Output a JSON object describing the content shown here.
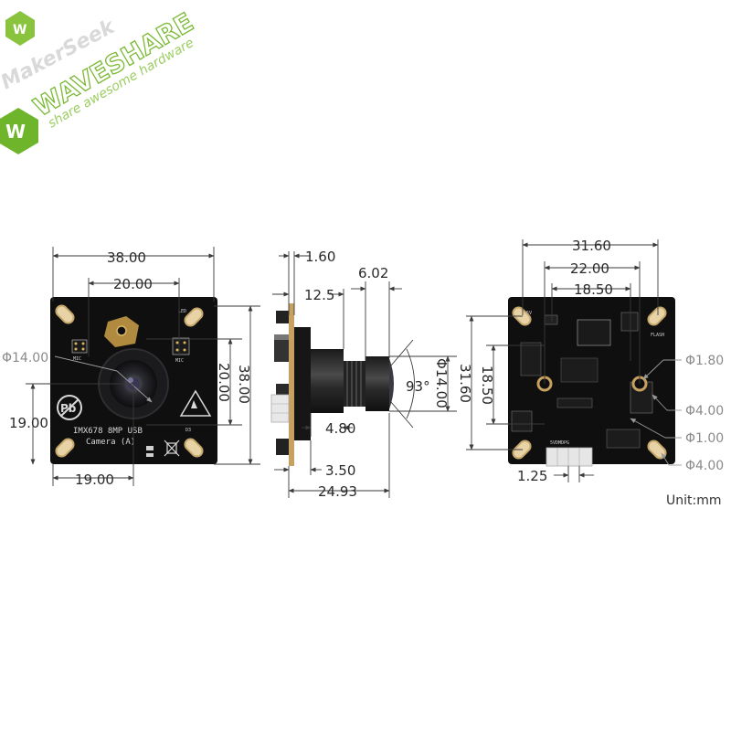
{
  "logo": {
    "makerseek": "MakerSeek",
    "brand": "WAVESHARE",
    "tagline": "share awesome hardware"
  },
  "front": {
    "silk_model": "IMX678 8MP USB",
    "silk_name": "Camera (A)",
    "silk_led": "LED",
    "silk_mic1": "MIC",
    "silk_mic2": "MIC",
    "silk_d3": "D3",
    "dims": {
      "width": "38.00",
      "hole_x": "20.00",
      "height": "38.00",
      "hole_y": "20.00",
      "hole_dia": "Φ14.00",
      "center_y": "19.00",
      "center_x": "19.00"
    }
  },
  "side": {
    "dims": {
      "board": "1.60",
      "depth1": "12.5",
      "depth2": "6.02",
      "lens_dia": "Φ14.00",
      "fov": "93°",
      "mid": "4.80",
      "base": "3.50",
      "total": "24.93"
    }
  },
  "back": {
    "silk_flash": "FLASH",
    "silk_5v": "5V",
    "silk_5vdm": "5VDMDPG",
    "dims": {
      "w1": "31.60",
      "w2": "22.00",
      "w3": "18.50",
      "h1": "31.60",
      "h2": "18.50",
      "d1": "Φ1.80",
      "d2": "Φ4.00",
      "d3": "Φ1.00",
      "d4": "Φ4.00",
      "pitch": "1.25"
    }
  },
  "unit": "Unit:mm"
}
